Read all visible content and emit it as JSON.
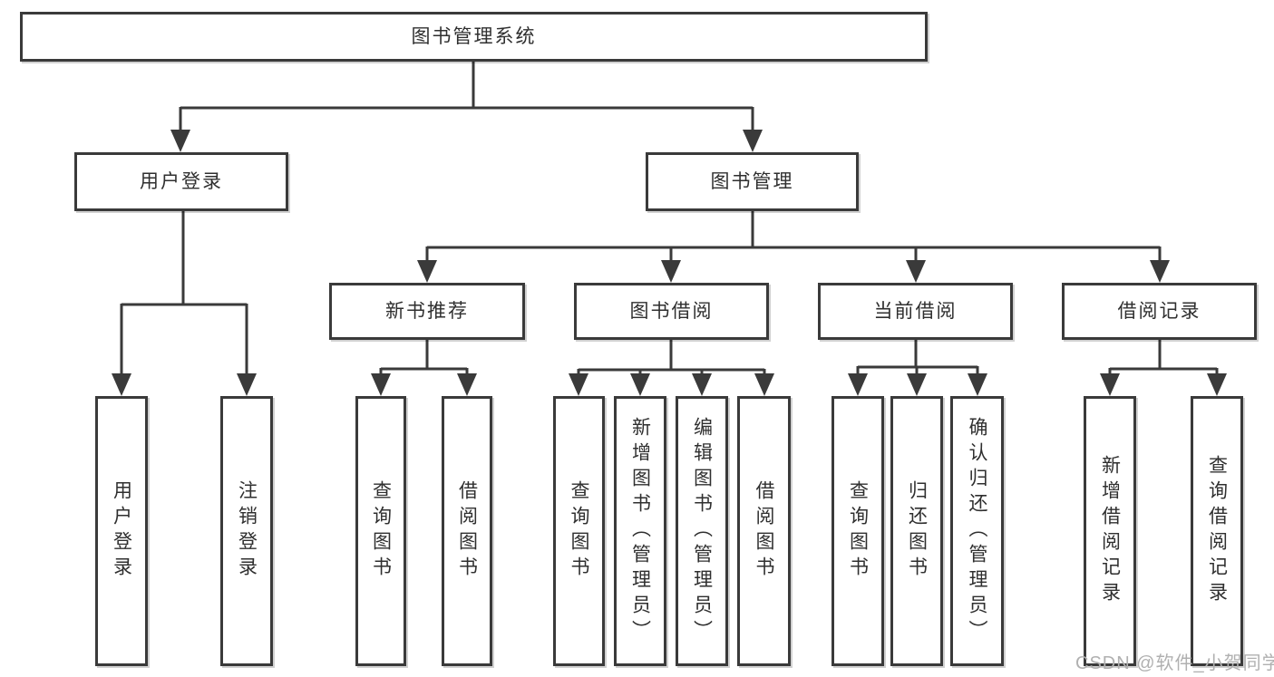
{
  "diagram": {
    "title": "图书管理系统",
    "line_color": "#3a3a3a",
    "background": "#ffffff",
    "nodes": {
      "root": "图书管理系统",
      "user_login": "用户登录",
      "book_mgmt": "图书管理",
      "new_book_rec": "新书推荐",
      "book_borrow": "图书借阅",
      "current_borrow": "当前借阅",
      "borrow_records": "借阅记录"
    },
    "leaves": {
      "user_login_1": "用户登录",
      "user_login_2": "注销登录",
      "rec_1": "查询图书",
      "rec_2": "借阅图书",
      "borrow_1": "查询图书",
      "borrow_2": "新增图书（管理员）",
      "borrow_3": "编辑图书（管理员）",
      "borrow_4": "借阅图书",
      "current_1": "查询图书",
      "current_2": "归还图书",
      "current_3": "确认归还（管理员）",
      "records_1": "新增借阅记录",
      "records_2": "查询借阅记录"
    },
    "watermark": "CSDN @软件_小贺同学"
  }
}
